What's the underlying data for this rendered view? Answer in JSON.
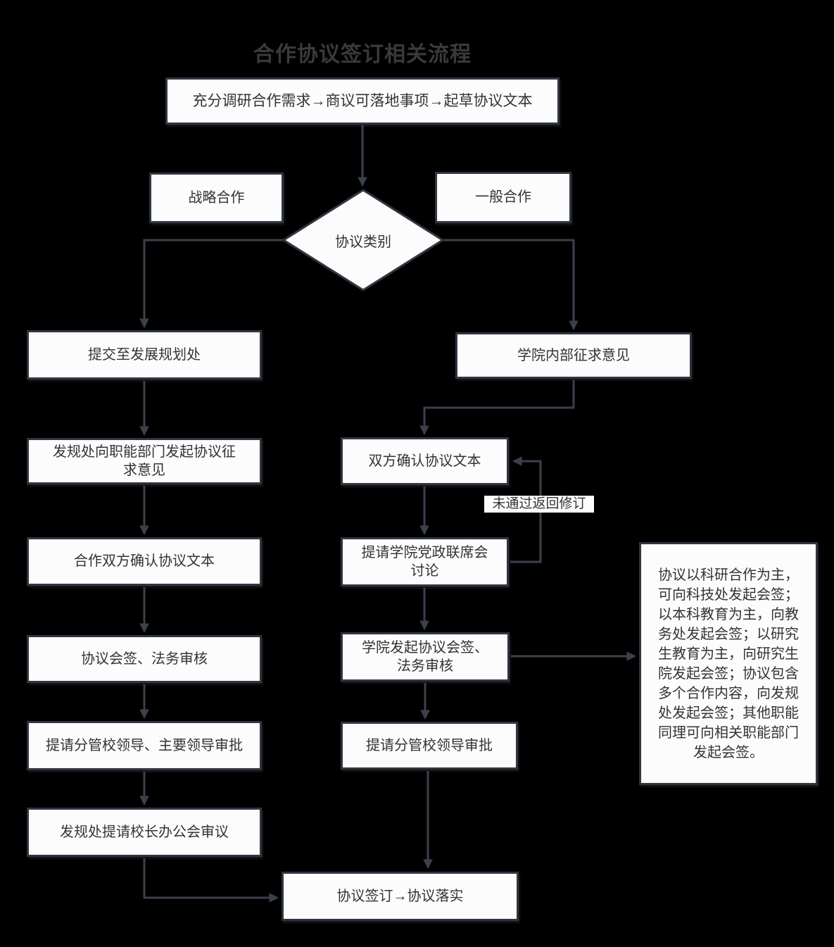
{
  "title": "合作协议签订相关流程",
  "colors": {
    "background": "#000000",
    "node_fill": "#fcfcfc",
    "node_border": "#2f3642",
    "connector": "#3b414c",
    "text": "#333333"
  },
  "nodes": {
    "start": "充分调研合作需求→商议可落地事项→起草协议文本",
    "decision": "协议类别",
    "branch_strategic": "战略合作",
    "branch_general": "一般合作",
    "left": {
      "submit_planning": "提交至发展规划处",
      "solicit_departments": "发规处向职能部门发起协议征求意见",
      "confirm_text": "合作双方确认协议文本",
      "countersign_legal": "协议会签、法务审核",
      "leader_approval": "提请分管校领导、主要领导审批",
      "president_meeting": "发规处提请校长办公会审议"
    },
    "right": {
      "college_internal": "学院内部征求意见",
      "confirm_text": "双方确认协议文本",
      "joint_meeting": "提请学院党政联席会讨论",
      "college_countersign": "学院发起协议会签、法务审核",
      "leader_approval": "提请分管校领导审批"
    },
    "end": "协议签订→协议落实",
    "note": "协议以科研合作为主，可向科技处发起会签；以本科教育为主，向教务处发起会签；以研究生教育为主，向研究生院发起会签；协议包含多个合作内容，向发规处发起会签；其他职能同理可向相关职能部门发起会签。",
    "edge_label_revise": "未通过返回修订"
  }
}
